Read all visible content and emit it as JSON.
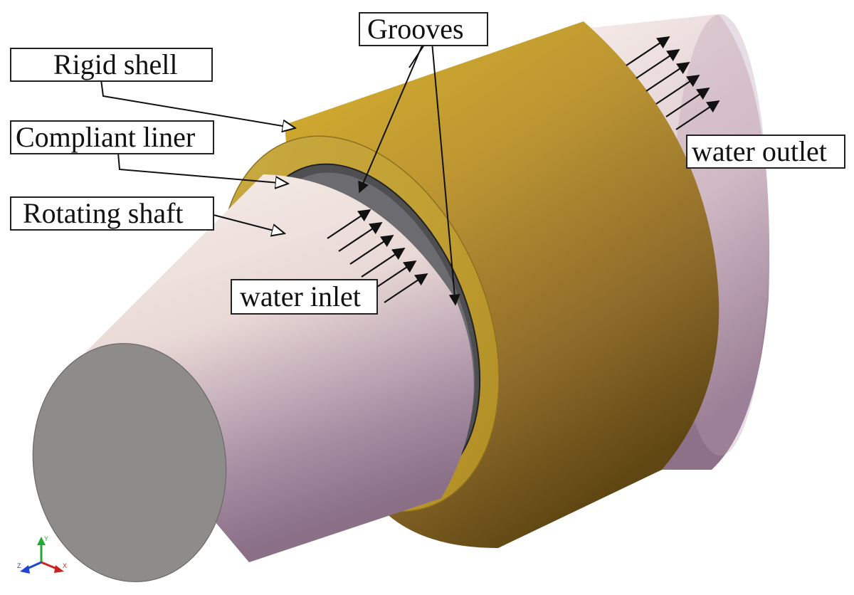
{
  "labels": {
    "rigid_shell": "Rigid shell",
    "compliant_liner": "Compliant liner",
    "rotating_shaft": "Rotating shaft",
    "grooves": "Grooves",
    "water_inlet": "water inlet",
    "water_outlet": "water outlet"
  },
  "triad": {
    "x": "X",
    "y": "Y",
    "z": "Z"
  },
  "colors": {
    "shaft_highlight": "#f7ece6",
    "shaft_shadow": "#8a6f86",
    "shaft_end_face": "#8c8a88",
    "shell_light": "#d8b22e",
    "shell_dark": "#6e5314",
    "shell_face": "#c9aa3a",
    "liner": "#555555",
    "triad_x": "#cc2222",
    "triad_y": "#22aa33",
    "triad_z": "#2244cc"
  }
}
